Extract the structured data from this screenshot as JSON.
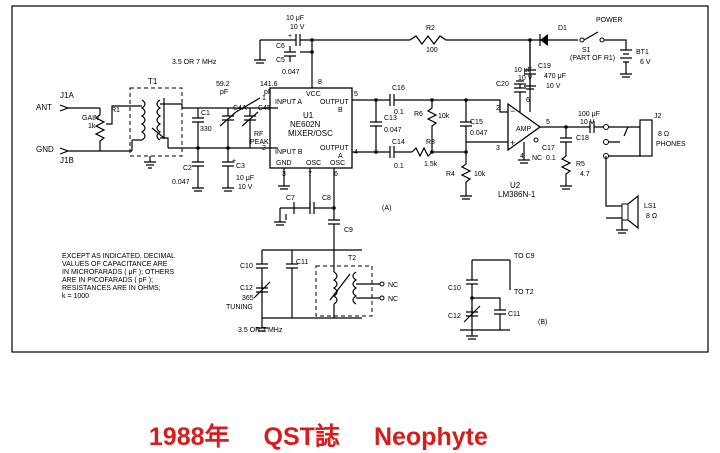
{
  "caption": {
    "year": "1988年",
    "magazine": "QST誌",
    "title": "Neophyte"
  },
  "notes": [
    "EXCEPT AS INDICATED, DECIMAL",
    "VALUES OF CAPACITANCE ARE",
    "IN MICROFARADS ( μF ); OTHERS",
    "ARE IN PICOFARADS ( pF );",
    "RESISTANCES ARE IN OHMS;",
    "k = 1000"
  ],
  "ports": {
    "ant": "ANT",
    "gnd": "GND",
    "j1a": "J1A",
    "j1b": "J1B",
    "j2": "J2",
    "nc": "NC"
  },
  "section_labels": {
    "a": "(A)",
    "b": "(B)",
    "freq_top": "3.5 OR 7 MHz",
    "freq_bottom": "3.5 OR 7 MHz",
    "to_c9": "TO C9",
    "to_t2": "TO T2"
  },
  "ic_u1": {
    "ref": "U1",
    "part": "NE602N",
    "func": "MIXER/OSC",
    "pins": {
      "input_a": "INPUT A",
      "input_b": "INPUT B",
      "vcc": "VCC",
      "output_b": "OUTPUT",
      "output_b2": "B",
      "output_a": "OUTPUT",
      "output_a2": "A",
      "gnd": "GND",
      "osc1": "OSC",
      "osc2": "OSC"
    },
    "pin_numbers": [
      "1",
      "2",
      "3",
      "4",
      "5",
      "6",
      "7",
      "8"
    ]
  },
  "ic_u2": {
    "ref": "U2",
    "part": "LM386N-1",
    "amp": "AMP",
    "pins": [
      "2",
      "3",
      "4",
      "5",
      "6"
    ],
    "plus": "+",
    "minus": "−"
  },
  "components": {
    "r1": [
      "R1",
      "1k"
    ],
    "gain": "GAIN",
    "t1": "T1",
    "t2": "T2",
    "c1": [
      "C1",
      "330"
    ],
    "c2": [
      "C2",
      "0.047"
    ],
    "c3": [
      "C3",
      "10 μF",
      "10 V"
    ],
    "c4a": [
      "C4A",
      "59.2",
      "pF"
    ],
    "c4b": [
      "C4B",
      "141.6",
      "pF"
    ],
    "rf_peak": [
      "RF",
      "PEAK"
    ],
    "c5": [
      "C5",
      "0.047"
    ],
    "c6": "C6",
    "c_top": [
      "10 μF",
      "10 V"
    ],
    "r2": [
      "R2",
      "100"
    ],
    "d1": "D1",
    "power": "POWER",
    "s1": [
      "S1",
      "(PART OF R1)"
    ],
    "bt1": [
      "BT1",
      "6 V"
    ],
    "c19": [
      "C19",
      "470 μF",
      "10 V"
    ],
    "c20": [
      "C20",
      "10 μF",
      "10 V"
    ],
    "c16": [
      "C16",
      "0.1"
    ],
    "c13": [
      "C13",
      "0.047"
    ],
    "r6": [
      "R6",
      "10k"
    ],
    "c14": [
      "C14",
      "0.1"
    ],
    "r3": [
      "R3",
      "1.5k"
    ],
    "c15": [
      "C15",
      "0.047"
    ],
    "r4": [
      "R4",
      "10k"
    ],
    "c17": [
      "C17",
      "0.1"
    ],
    "r5": [
      "R5",
      "4.7"
    ],
    "c18": [
      "C18",
      "100 μF",
      "10 V"
    ],
    "phones": [
      "8 Ω",
      "PHONES"
    ],
    "ls1": [
      "LS1",
      "8 Ω"
    ],
    "c7": "C7",
    "c8": "C8",
    "c9": "C9",
    "c10": "C10",
    "c11": "C11",
    "c12": [
      "C12",
      "365",
      "TUNING"
    ],
    "nc_b": [
      "C10",
      "C12",
      "C11"
    ]
  }
}
